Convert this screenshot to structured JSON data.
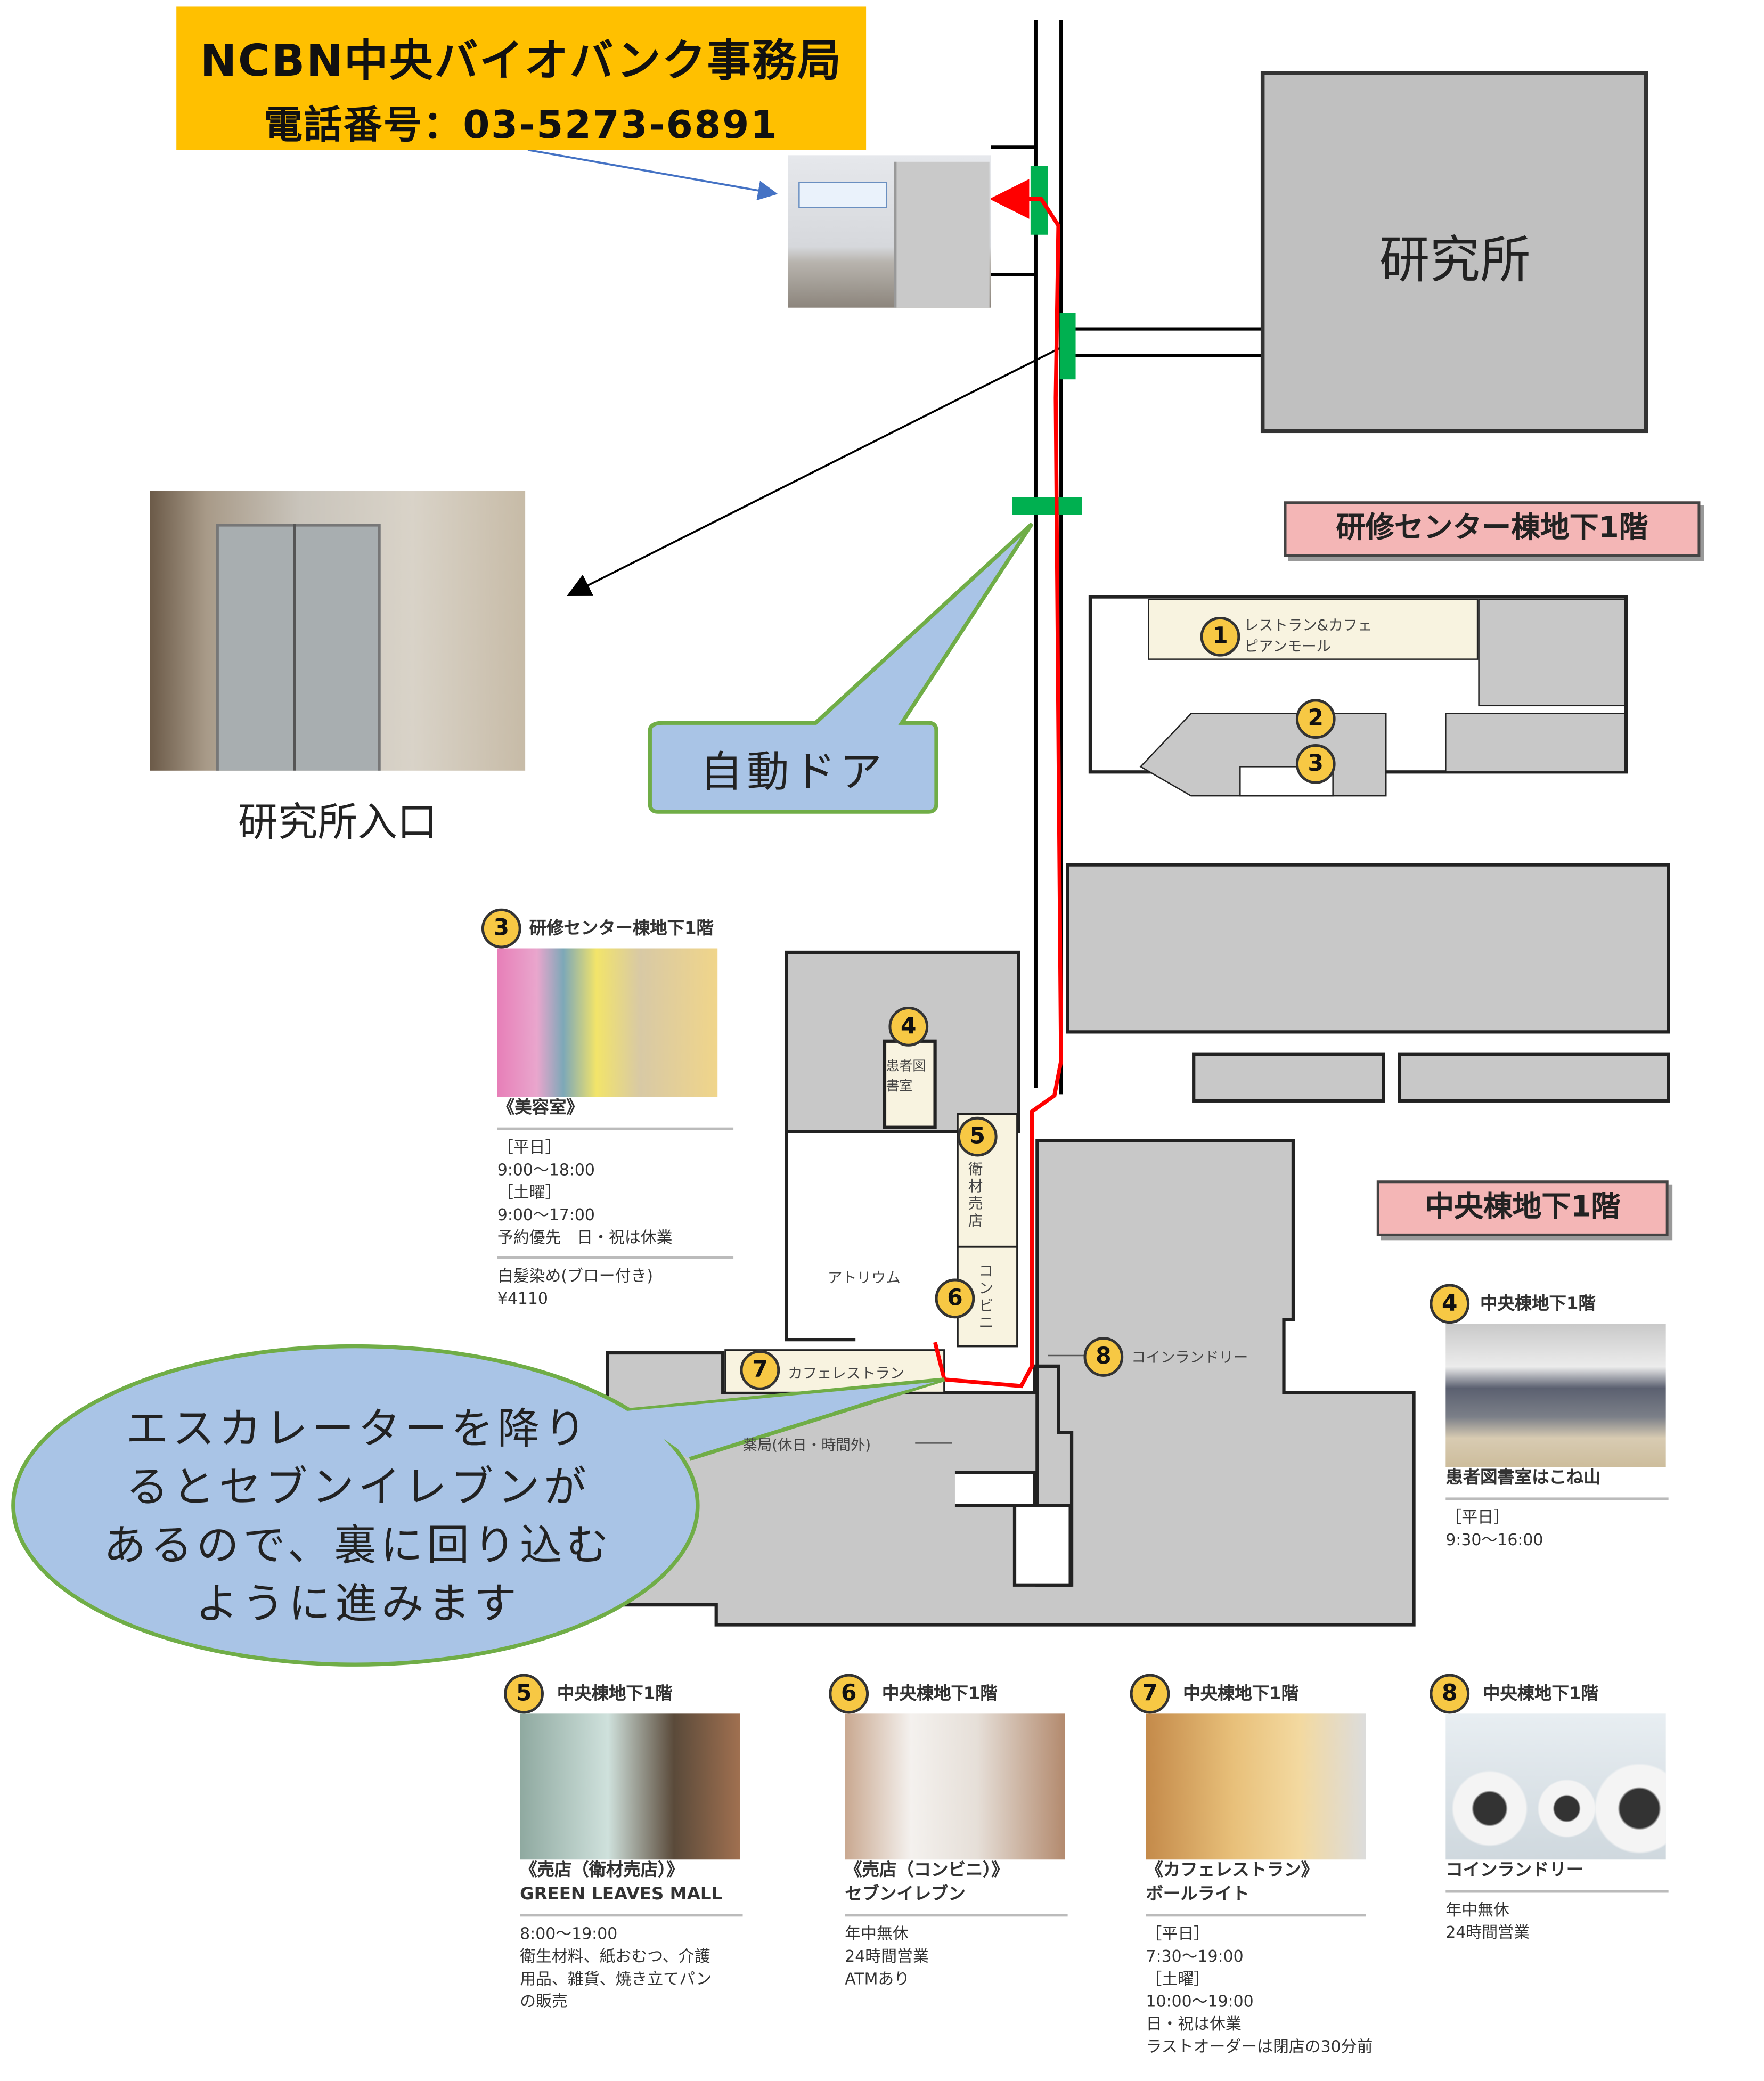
{
  "office": {
    "name": "NCBN中央バイオバンク事務局",
    "phone": "電話番号：03-5273-6891"
  },
  "research_building": "研究所",
  "research_entrance_caption": "研究所入口",
  "auto_door_callout": "自動ドア",
  "floor_labels": {
    "training_center": "研修センター棟地下1階",
    "central": "中央棟地下1階"
  },
  "escalator_callout": [
    "エスカレーターを降り",
    "るとセブンイレブンが",
    "あるので、裏に回り込む",
    "ように進みます"
  ],
  "map_labels": {
    "p1": "レストラン&カフェ ピアンモール",
    "p4": "患者図書室",
    "p5": "衛材売店",
    "p6": "コンビニ",
    "p7": "カフェレストラン",
    "p8": "コインランドリー",
    "atrium": "アトリウム",
    "pharmacy": "薬局(休日・時間外)"
  },
  "colors": {
    "office_label": "#ffc000",
    "route": "#ff0000",
    "door_marker": "#00b050",
    "callout_fill": "#a9c4e6",
    "callout_border": "#70ad47",
    "floor_label": "#f4b6b6",
    "building": "#c0c0c0"
  },
  "cards": [
    {
      "num": "3",
      "floor": "研修センター棟地下1階",
      "name": "《美容室》",
      "lines": [
        "［平日］",
        "9:00〜18:00",
        "［土曜］",
        "9:00〜17:00",
        "予約優先　日・祝は休業"
      ],
      "extra": [
        "白髪染め(ブロー付き)",
        "¥4110"
      ]
    },
    {
      "num": "4",
      "floor": "中央棟地下1階",
      "name": "患者図書室はこね山",
      "lines": [
        "［平日］",
        "9:30〜16:00"
      ]
    },
    {
      "num": "5",
      "floor": "中央棟地下1階",
      "name": "《売店（衛材売店）》",
      "name2": "GREEN LEAVES MALL",
      "lines": [
        "8:00〜19:00",
        "衛生材料、紙おむつ、介護",
        "用品、雑貨、焼き立てパン",
        "の販売"
      ]
    },
    {
      "num": "6",
      "floor": "中央棟地下1階",
      "name": "《売店（コンビニ）》",
      "name2": "セブンイレブン",
      "lines": [
        "年中無休",
        "24時間営業",
        "ATMあり"
      ]
    },
    {
      "num": "7",
      "floor": "中央棟地下1階",
      "name": "《カフェレストラン》",
      "name2": "ボールライト",
      "lines": [
        "［平日］",
        "7:30〜19:00",
        "［土曜］",
        "10:00〜19:00",
        "日・祝は休業",
        "ラストオーダーは閉店の30分前"
      ]
    },
    {
      "num": "8",
      "floor": "中央棟地下1階",
      "name": "コインランドリー",
      "lines": [
        "年中無休",
        "24時間営業"
      ]
    }
  ],
  "map_numbers": [
    "1",
    "2",
    "3",
    "4",
    "5",
    "6",
    "7",
    "8"
  ]
}
